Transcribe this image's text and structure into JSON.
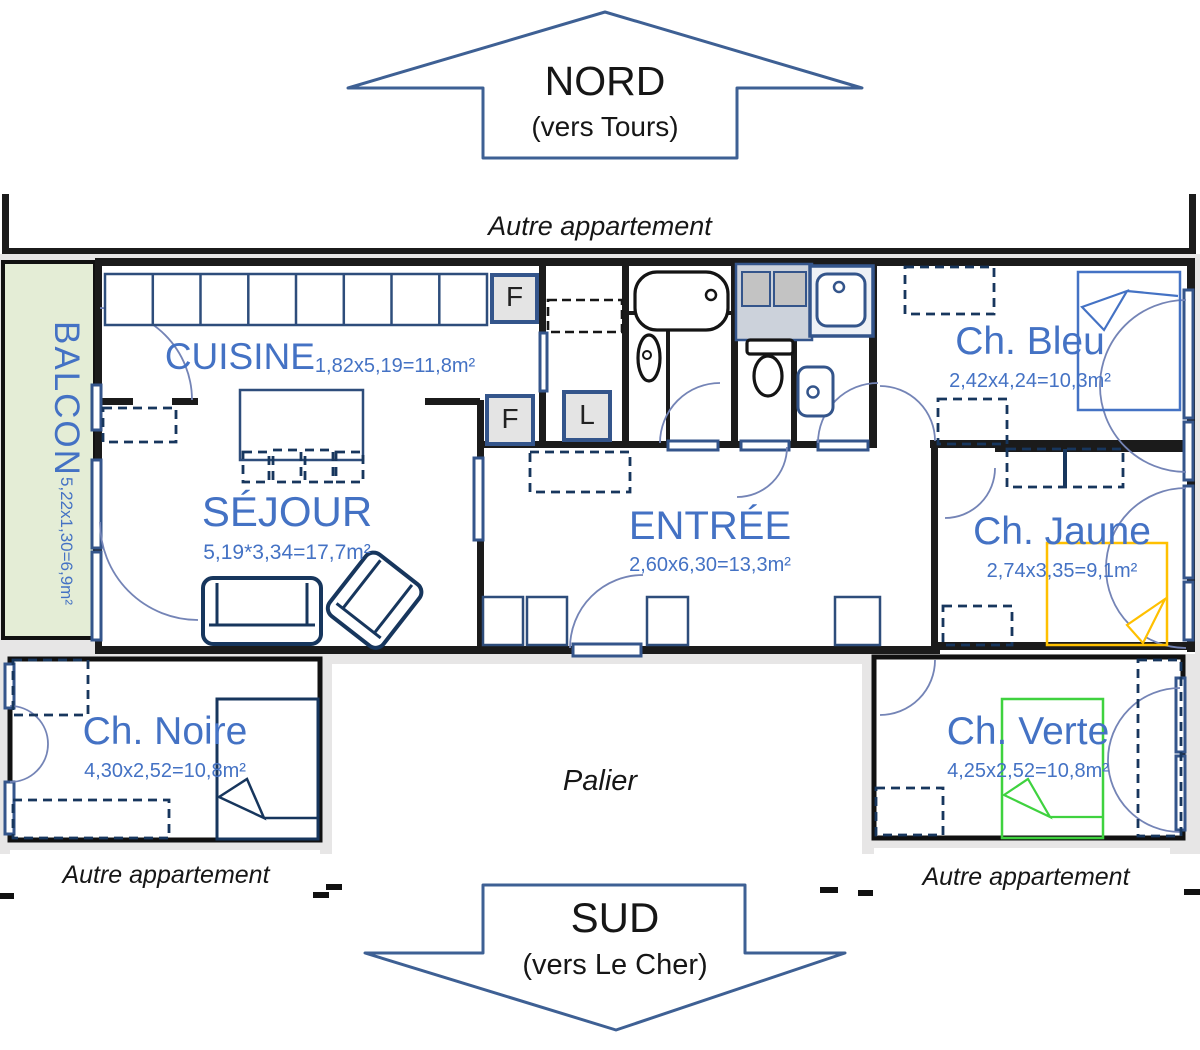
{
  "compass": {
    "north": {
      "label": "NORD",
      "sub": "(vers Tours)"
    },
    "south": {
      "label": "SUD",
      "sub": "(vers Le Cher)"
    }
  },
  "neighbors": {
    "top": "Autre appartement",
    "bottom_left": "Autre appartement",
    "bottom_right": "Autre appartement"
  },
  "landing": {
    "label": "Palier"
  },
  "rooms": {
    "balcon": {
      "name": "BALCON",
      "dims": "5,22x1,30=6,9m²"
    },
    "cuisine": {
      "name": "CUISINE",
      "dims": "1,82x5,19=11,8m²"
    },
    "sejour": {
      "name": "SÉJOUR",
      "dims": "5,19*3,34=17,7m²"
    },
    "entree": {
      "name": "ENTRÉE",
      "dims": "2,60x6,30=13,3m²"
    },
    "ch_bleu": {
      "name": "Ch. Bleu",
      "dims": "2,42x4,24=10,3m²"
    },
    "ch_jaune": {
      "name": "Ch. Jaune",
      "dims": "2,74x3,35=9,1m²"
    },
    "ch_noire": {
      "name": "Ch. Noire",
      "dims": "4,30x2,52=10,8m²"
    },
    "ch_verte": {
      "name": "Ch. Verte",
      "dims": "4,25x2,52=10,8m²"
    }
  },
  "appliances": {
    "fridge_top": "F",
    "fridge_bottom": "F",
    "washer": "L"
  },
  "colors": {
    "label_blue": "#4472C4",
    "wall": "#1b1b1b",
    "window_frame": "#34558b",
    "door_swing": "#7484b6",
    "furniture_navy": "#17365d",
    "balcony_fill": "#e4edd6",
    "outside_gray": "#e7e6e6",
    "bed_blue": "#4472C4",
    "bed_yellow": "#ffc000",
    "bed_green": "#3fd23f",
    "bed_black": "#17365d",
    "compass_outline": "#3e6094",
    "appliance_fill": "#e4e4e4"
  }
}
